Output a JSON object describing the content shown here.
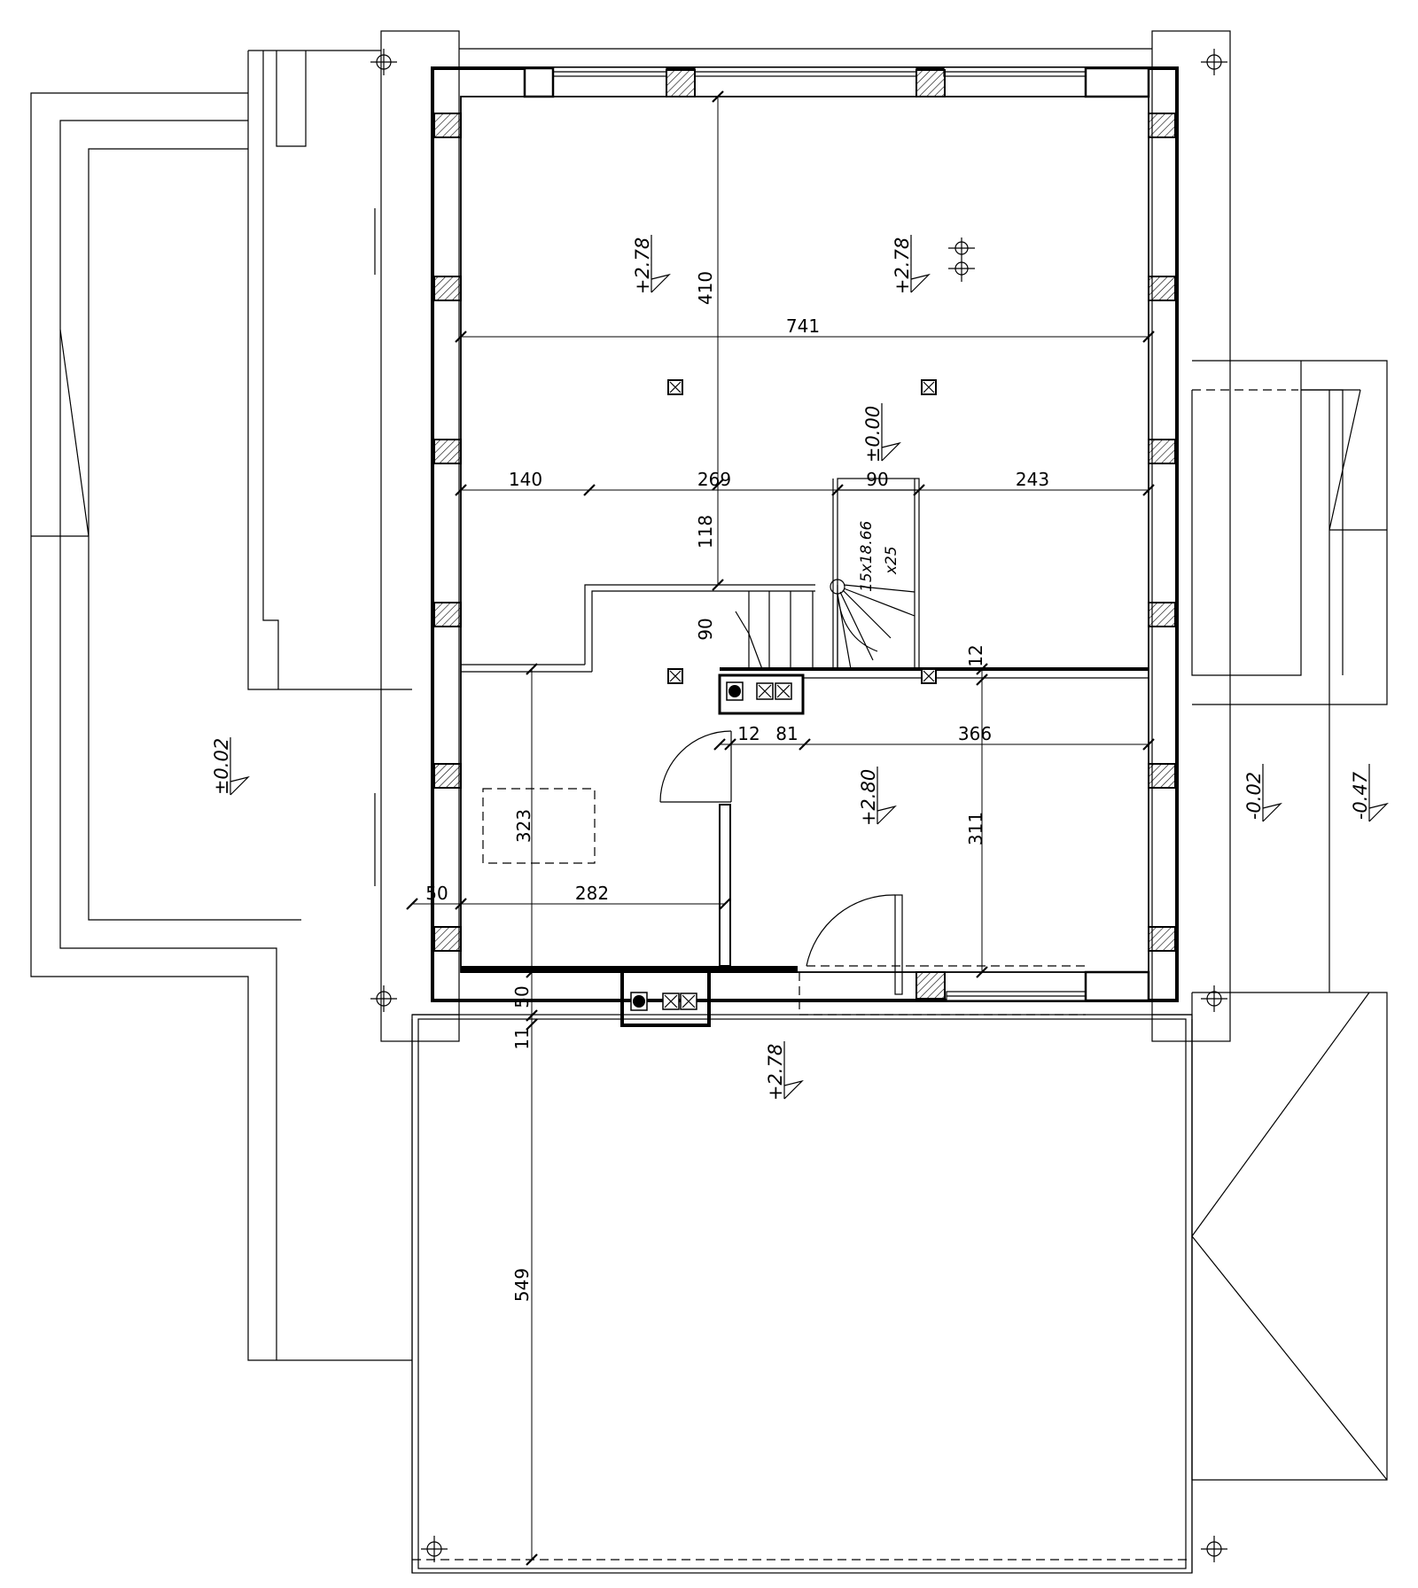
{
  "drawing": {
    "dimensions": {
      "d741": "741",
      "d410": "410",
      "d140": "140",
      "d269": "269",
      "d90_top": "90",
      "d243": "243",
      "d118": "118",
      "d90_left": "90",
      "d12_right": "12",
      "d12_mid": "12",
      "d81": "81",
      "d366": "366",
      "d323": "323",
      "d311": "311",
      "d50_left": "50",
      "d282": "282",
      "d50_bottom": "50",
      "d11": "11",
      "d549": "549"
    },
    "levels": {
      "room1": "+2.78",
      "room2": "+2.78",
      "stair_top": "±0.00",
      "left_terrace": "±0.02",
      "hall": "+2.80",
      "right_terrace": "-0.02",
      "right_ground": "-0.47",
      "balcony": "+2.78"
    },
    "stair": {
      "steps_line1": "15x18.66",
      "steps_line2": "x25"
    }
  }
}
